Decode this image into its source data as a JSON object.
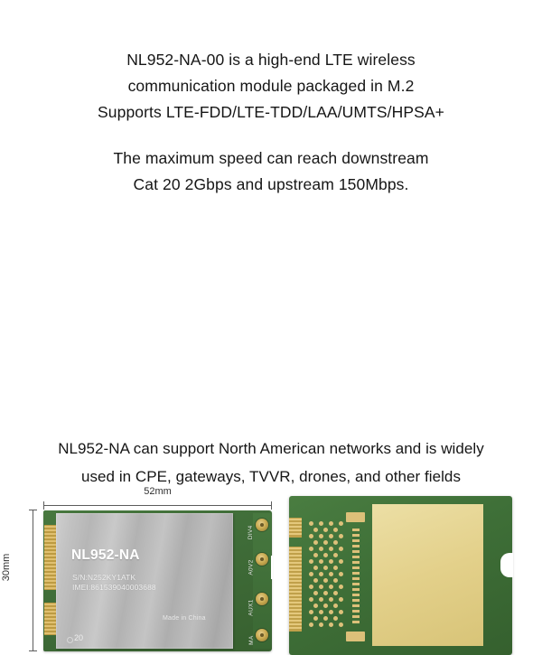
{
  "top_text": {
    "paragraph1": [
      "NL952-NA-00 is a high-end LTE wireless",
      "communication module packaged in M.2",
      "Supports LTE-FDD/LTE-TDD/LAA/UMTS/HPSA+"
    ],
    "paragraph2": [
      "The maximum speed can reach downstream",
      "Cat 20 2Gbps and upstream 150Mbps."
    ]
  },
  "bottom_text": {
    "lines": [
      "NL952-NA can support North American networks and is widely",
      "used in CPE, gateways, TVVR, drones, and other fields"
    ]
  },
  "product": {
    "dimensions": {
      "width_label": "52mm",
      "height_label": "30mm"
    },
    "front_module": {
      "part_number": "NL952-NA",
      "serial_number": "S/N:N252KY1ATK",
      "imei": "IMEI:861539040003688",
      "origin": "Made in China",
      "code": "20",
      "antenna_labels": [
        "DIV4",
        "A0V2",
        "AUX1",
        "MA"
      ]
    }
  },
  "colors": {
    "pcb_green": "#3f7038",
    "shield_silver": "#bdbdbd",
    "gold_pad": "#e3d08a",
    "gold_finger": "#c0a04a",
    "text": "#161616",
    "dimension_line": "#5c5c5c"
  }
}
